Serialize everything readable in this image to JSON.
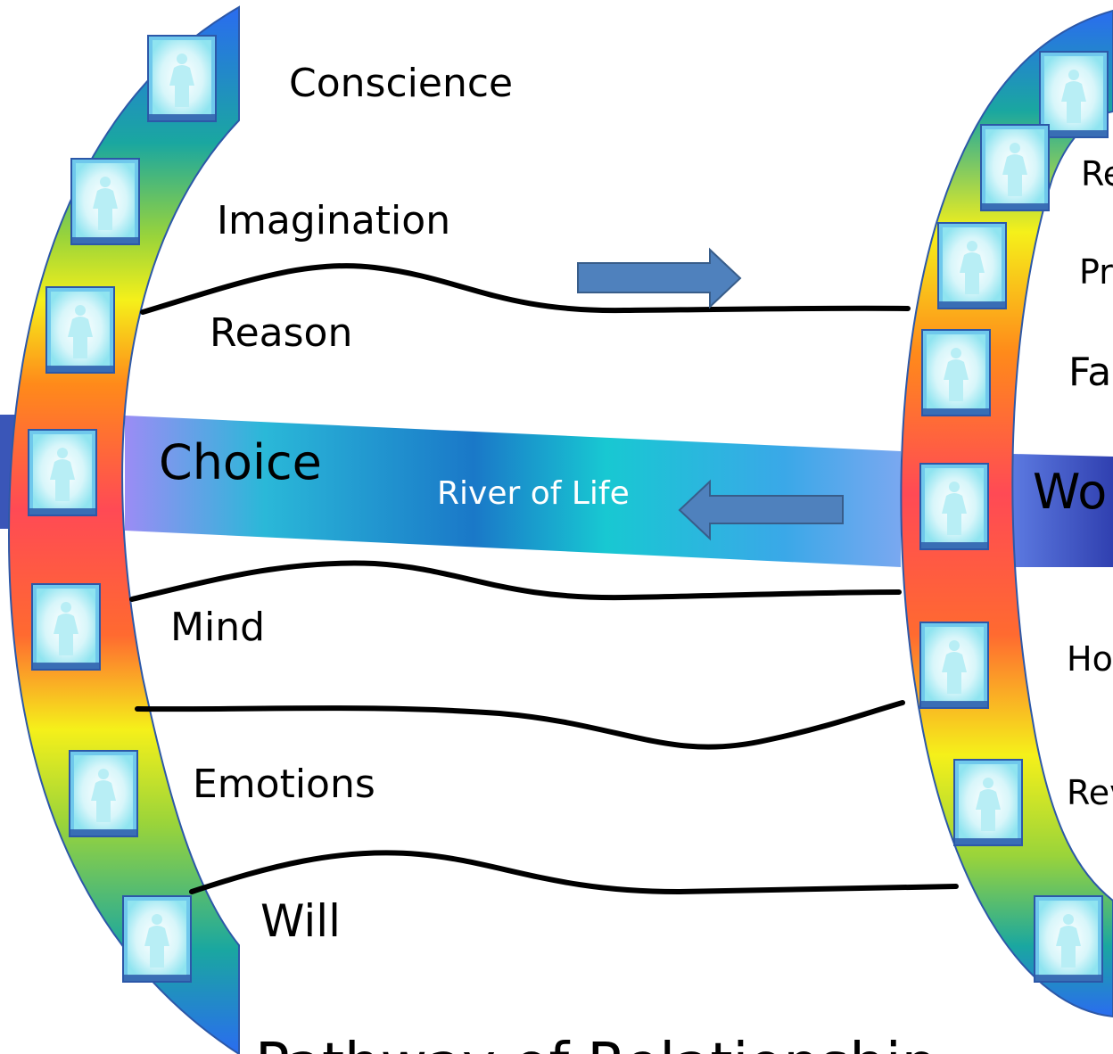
{
  "left_labels": {
    "conscience": "Conscience",
    "imagination": "Imagination",
    "reason": "Reason",
    "choice": "Choice",
    "mind": "Mind",
    "emotions": "Emotions",
    "will": "Will"
  },
  "right_labels": {
    "re": "Re",
    "pr": "Pr",
    "fa": "Fa",
    "wo": "Wo",
    "ho": "Ho",
    "rev": "Rev"
  },
  "river_label": "River of Life",
  "footer_title": "Pathway of Relationship",
  "colors": {
    "band_top": "#2a6cf0",
    "band_teal": "#1aa7a0",
    "band_green": "#9ad43a",
    "band_yellow": "#f5f01a",
    "band_orange": "#ff8a1a",
    "band_red": "#ff4a4a",
    "arrow_fill": "#4f81bd",
    "arrow_stroke": "#385d8a",
    "river_violet": "#9b8cf5",
    "river_cyan": "#18c8d2",
    "river_blue": "#1a78c8"
  }
}
